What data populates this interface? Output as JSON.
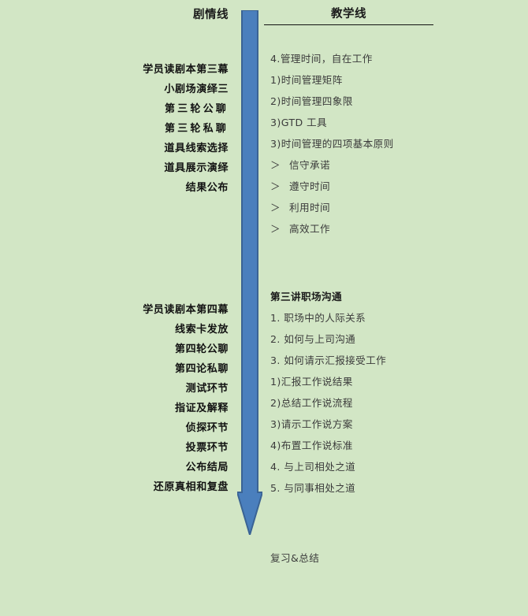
{
  "page": {
    "background_color": "#d2e6c5",
    "arrow_fill_color": "#4a7fbd",
    "arrow_border_color": "#3a6394",
    "text_color": "#3b3b3b",
    "heading_color": "#121212"
  },
  "headers": {
    "left": "剧情线",
    "right": "教学线"
  },
  "arrow": {
    "name": "downward-progress-arrow",
    "direction": "down"
  },
  "left_column": {
    "group_1": [
      "学员读剧本第三幕",
      "小剧场演绎三",
      "第三轮公聊",
      "第三轮私聊",
      "道具线索选择",
      "道具展示演绎",
      "结果公布"
    ],
    "group_2": [
      "学员读剧本第四幕",
      "线索卡发放",
      "第四轮公聊",
      "第四论私聊",
      "测试环节",
      "指证及解释",
      "侦探环节",
      "投票环节",
      "公布结局",
      "还原真相和复盘"
    ]
  },
  "right_column": {
    "group_1": [
      {
        "text": "4.管理时间，自在工作",
        "style": "normal"
      },
      {
        "text": "1)时间管理矩阵",
        "style": "normal"
      },
      {
        "text": "2)时间管理四象限",
        "style": "normal"
      },
      {
        "text": "3)GTD 工具",
        "style": "normal"
      },
      {
        "text": "3)时间管理的四项基本原则",
        "style": "normal"
      },
      {
        "text": "信守承诺",
        "style": "bullet"
      },
      {
        "text": "遵守时间",
        "style": "bullet"
      },
      {
        "text": "利用时间",
        "style": "bullet"
      },
      {
        "text": "高效工作",
        "style": "bullet"
      }
    ],
    "group_2": [
      {
        "text": "第三讲职场沟通",
        "style": "bold"
      },
      {
        "text": "1. 职场中的人际关系",
        "style": "normal"
      },
      {
        "text": "2. 如何与上司沟通",
        "style": "normal"
      },
      {
        "text": "3. 如何请示汇报接受工作",
        "style": "normal"
      },
      {
        "text": "1)汇报工作说结果",
        "style": "normal"
      },
      {
        "text": "2)总结工作说流程",
        "style": "normal"
      },
      {
        "text": "3)请示工作说方案",
        "style": "normal"
      },
      {
        "text": "4)布置工作说标准",
        "style": "normal"
      },
      {
        "text": "4. 与上司相处之道",
        "style": "normal"
      },
      {
        "text": "5. 与同事相处之道",
        "style": "normal"
      }
    ],
    "group_3": [
      {
        "text": "复习&总结",
        "style": "normal"
      }
    ]
  },
  "bullet_glyph": "＞"
}
